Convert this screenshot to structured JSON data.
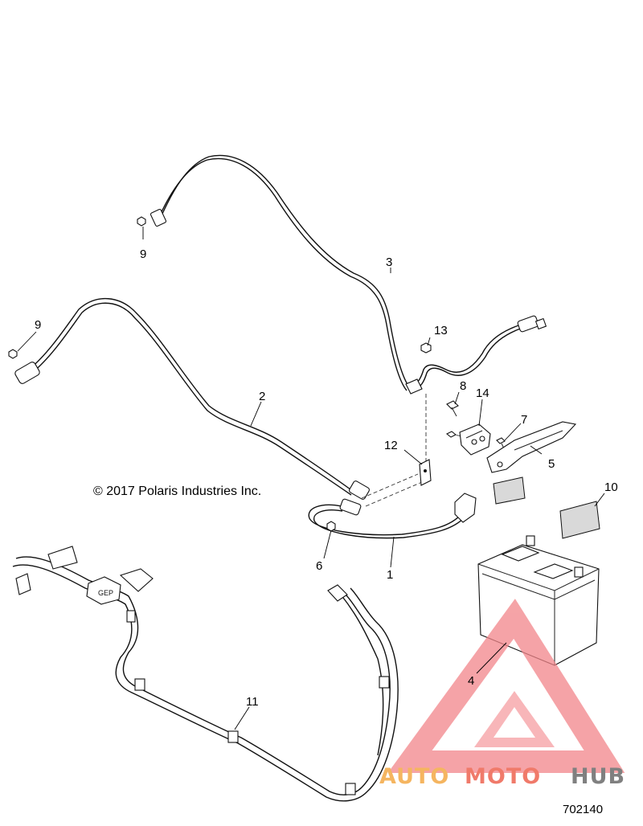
{
  "callouts": {
    "c1": "1",
    "c2": "2",
    "c3": "3",
    "c4": "4",
    "c5": "5",
    "c6": "6",
    "c7": "7",
    "c8": "8",
    "c9a": "9",
    "c9b": "9",
    "c10": "10",
    "c11": "11",
    "c12": "12",
    "c13": "13",
    "c14": "14"
  },
  "copyright": "© 2017 Polaris Industries Inc.",
  "figure_number": "702140",
  "watermark": {
    "auto": "AUTO",
    "moto": "MOTO",
    "hub": "HUB",
    "colors": {
      "auto": "#f5b560",
      "moto": "#f07a6a",
      "hub": "#808080",
      "triangle": "#f2858a"
    }
  }
}
